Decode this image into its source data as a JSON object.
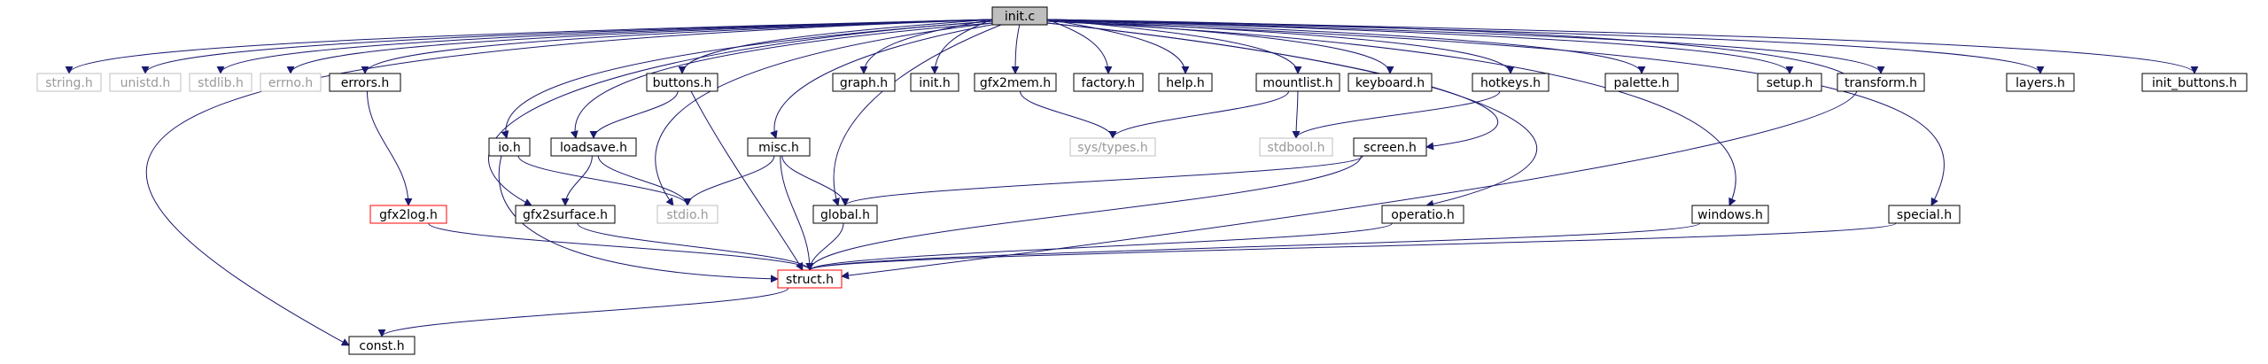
{
  "graph": {
    "nodes": [
      {
        "id": "init_c",
        "label": "init.c",
        "style": "root"
      },
      {
        "id": "string_h",
        "label": "string.h",
        "style": "system"
      },
      {
        "id": "unistd_h",
        "label": "unistd.h",
        "style": "system"
      },
      {
        "id": "stdlib_h",
        "label": "stdlib.h",
        "style": "system"
      },
      {
        "id": "errno_h",
        "label": "errno.h",
        "style": "system"
      },
      {
        "id": "errors_h",
        "label": "errors.h",
        "style": "normal"
      },
      {
        "id": "buttons_h",
        "label": "buttons.h",
        "style": "normal"
      },
      {
        "id": "graph_h",
        "label": "graph.h",
        "style": "normal"
      },
      {
        "id": "init_h",
        "label": "init.h",
        "style": "normal"
      },
      {
        "id": "gfx2mem_h",
        "label": "gfx2mem.h",
        "style": "normal"
      },
      {
        "id": "factory_h",
        "label": "factory.h",
        "style": "normal"
      },
      {
        "id": "help_h",
        "label": "help.h",
        "style": "normal"
      },
      {
        "id": "mountlist_h",
        "label": "mountlist.h",
        "style": "normal"
      },
      {
        "id": "keyboard_h",
        "label": "keyboard.h",
        "style": "normal"
      },
      {
        "id": "hotkeys_h",
        "label": "hotkeys.h",
        "style": "normal"
      },
      {
        "id": "palette_h",
        "label": "palette.h",
        "style": "normal"
      },
      {
        "id": "setup_h",
        "label": "setup.h",
        "style": "normal"
      },
      {
        "id": "transform_h",
        "label": "transform.h",
        "style": "normal"
      },
      {
        "id": "layers_h",
        "label": "layers.h",
        "style": "normal"
      },
      {
        "id": "init_buttons_h",
        "label": "init_buttons.h",
        "style": "normal"
      },
      {
        "id": "io_h",
        "label": "io.h",
        "style": "normal"
      },
      {
        "id": "loadsave_h",
        "label": "loadsave.h",
        "style": "normal"
      },
      {
        "id": "misc_h",
        "label": "misc.h",
        "style": "normal"
      },
      {
        "id": "sys_types_h",
        "label": "sys/types.h",
        "style": "system"
      },
      {
        "id": "stdbool_h",
        "label": "stdbool.h",
        "style": "system"
      },
      {
        "id": "screen_h",
        "label": "screen.h",
        "style": "normal"
      },
      {
        "id": "gfx2log_h",
        "label": "gfx2log.h",
        "style": "truncated"
      },
      {
        "id": "gfx2surface_h",
        "label": "gfx2surface.h",
        "style": "normal"
      },
      {
        "id": "stdio_h",
        "label": "stdio.h",
        "style": "system"
      },
      {
        "id": "global_h",
        "label": "global.h",
        "style": "normal"
      },
      {
        "id": "operatio_h",
        "label": "operatio.h",
        "style": "normal"
      },
      {
        "id": "windows_h",
        "label": "windows.h",
        "style": "normal"
      },
      {
        "id": "special_h",
        "label": "special.h",
        "style": "normal"
      },
      {
        "id": "struct_h",
        "label": "struct.h",
        "style": "truncated"
      },
      {
        "id": "const_h",
        "label": "const.h",
        "style": "normal"
      }
    ],
    "edges": [
      [
        "init_c",
        "string_h"
      ],
      [
        "init_c",
        "unistd_h"
      ],
      [
        "init_c",
        "stdlib_h"
      ],
      [
        "init_c",
        "errno_h"
      ],
      [
        "init_c",
        "errors_h"
      ],
      [
        "init_c",
        "buttons_h"
      ],
      [
        "init_c",
        "graph_h"
      ],
      [
        "init_c",
        "init_h"
      ],
      [
        "init_c",
        "gfx2mem_h"
      ],
      [
        "init_c",
        "factory_h"
      ],
      [
        "init_c",
        "help_h"
      ],
      [
        "init_c",
        "mountlist_h"
      ],
      [
        "init_c",
        "keyboard_h"
      ],
      [
        "init_c",
        "hotkeys_h"
      ],
      [
        "init_c",
        "palette_h"
      ],
      [
        "init_c",
        "setup_h"
      ],
      [
        "init_c",
        "transform_h"
      ],
      [
        "init_c",
        "layers_h"
      ],
      [
        "init_c",
        "init_buttons_h"
      ],
      [
        "init_c",
        "io_h"
      ],
      [
        "init_c",
        "loadsave_h"
      ],
      [
        "init_c",
        "misc_h"
      ],
      [
        "init_c",
        "global_h"
      ],
      [
        "init_c",
        "stdio_h"
      ],
      [
        "init_c",
        "gfx2surface_h"
      ],
      [
        "init_c",
        "screen_h"
      ],
      [
        "init_c",
        "operatio_h"
      ],
      [
        "init_c",
        "windows_h"
      ],
      [
        "init_c",
        "special_h"
      ],
      [
        "init_c",
        "struct_h"
      ],
      [
        "init_c",
        "const_h"
      ],
      [
        "errors_h",
        "gfx2log_h"
      ],
      [
        "buttons_h",
        "loadsave_h"
      ],
      [
        "buttons_h",
        "struct_h"
      ],
      [
        "gfx2mem_h",
        "sys_types_h"
      ],
      [
        "mountlist_h",
        "sys_types_h"
      ],
      [
        "mountlist_h",
        "stdbool_h"
      ],
      [
        "hotkeys_h",
        "stdbool_h"
      ],
      [
        "io_h",
        "stdio_h"
      ],
      [
        "io_h",
        "struct_h"
      ],
      [
        "loadsave_h",
        "gfx2surface_h"
      ],
      [
        "loadsave_h",
        "stdio_h"
      ],
      [
        "misc_h",
        "stdio_h"
      ],
      [
        "misc_h",
        "global_h"
      ],
      [
        "misc_h",
        "struct_h"
      ],
      [
        "screen_h",
        "global_h"
      ],
      [
        "screen_h",
        "struct_h"
      ],
      [
        "gfx2log_h",
        "struct_h"
      ],
      [
        "gfx2surface_h",
        "struct_h"
      ],
      [
        "global_h",
        "struct_h"
      ],
      [
        "operatio_h",
        "struct_h"
      ],
      [
        "windows_h",
        "struct_h"
      ],
      [
        "special_h",
        "struct_h"
      ],
      [
        "struct_h",
        "const_h"
      ]
    ]
  },
  "colors": {
    "edge": "#191970",
    "root_fill": "#bfbfbf",
    "normal_border": "#000000",
    "system_border": "#bfbfbf",
    "truncated_border": "#ff0000",
    "system_text": "#999999",
    "text": "#000000"
  }
}
